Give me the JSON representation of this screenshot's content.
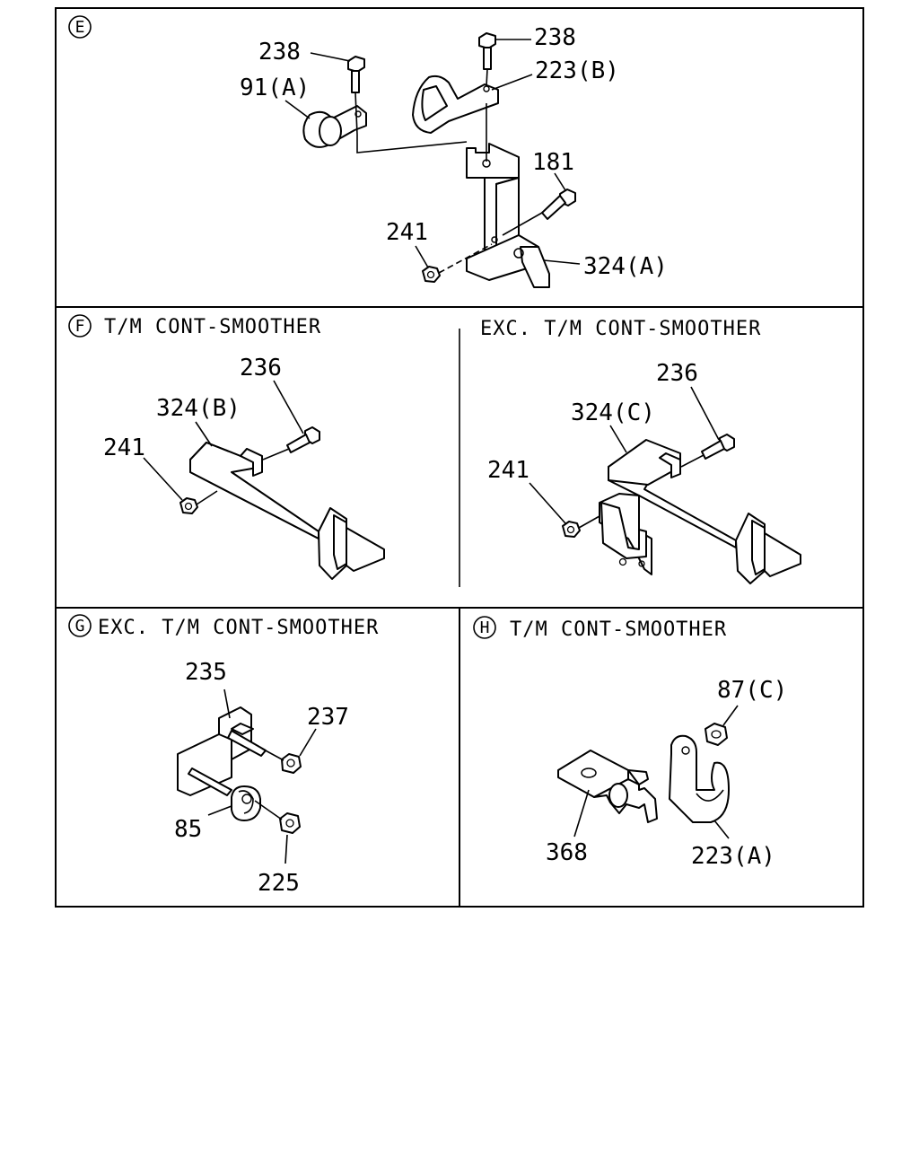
{
  "panels": {
    "E": {
      "badge": "E",
      "callouts": {
        "c238a": "238",
        "c238b": "238",
        "c91a": "91(A)",
        "c223b": "223(B)",
        "c181": "181",
        "c241": "241",
        "c324a": "324(A)"
      }
    },
    "F": {
      "badge": "F",
      "heading": "T/M CONT-SMOOTHER",
      "callouts": {
        "c236": "236",
        "c324b": "324(B)",
        "c241": "241"
      }
    },
    "F2": {
      "heading": "EXC. T/M CONT-SMOOTHER",
      "callouts": {
        "c236": "236",
        "c324c": "324(C)",
        "c241": "241"
      }
    },
    "G": {
      "badge": "G",
      "heading": "EXC. T/M CONT-SMOOTHER",
      "callouts": {
        "c235": "235",
        "c237": "237",
        "c85": "85",
        "c225": "225"
      }
    },
    "H": {
      "badge": "H",
      "heading": "T/M CONT-SMOOTHER",
      "callouts": {
        "c87c": "87(C)",
        "c368": "368",
        "c223a": "223(A)"
      }
    }
  }
}
